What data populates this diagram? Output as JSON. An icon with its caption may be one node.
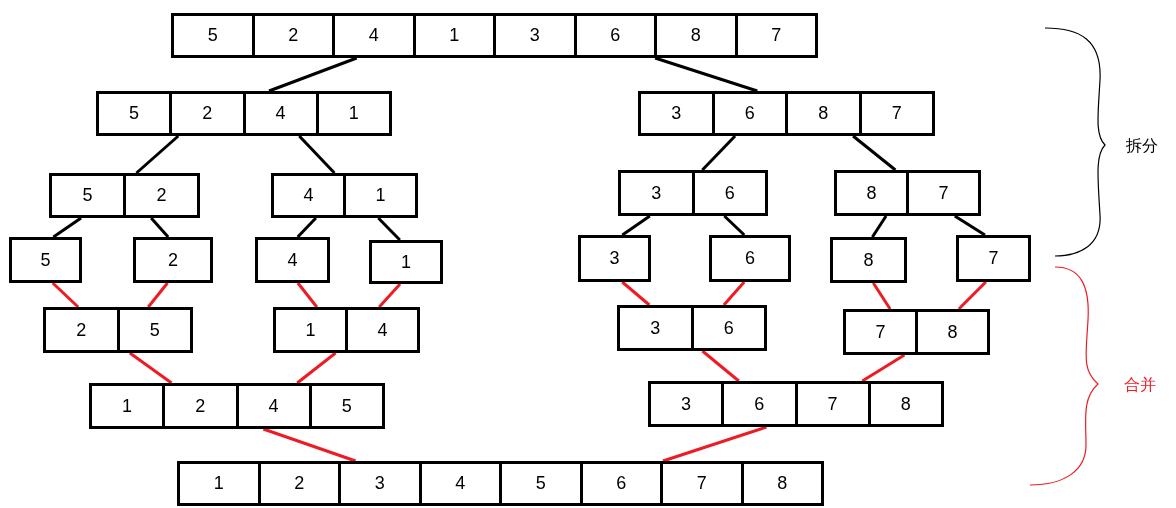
{
  "diagram": {
    "nodes": [
      {
        "text": [
          "5",
          "2",
          "4",
          "1",
          "3",
          "6",
          "8",
          "7"
        ]
      },
      {
        "text": [
          "5",
          "2",
          "4",
          "1"
        ]
      },
      {
        "text": [
          "3",
          "6",
          "8",
          "7"
        ]
      },
      {
        "text": [
          "5",
          "2"
        ]
      },
      {
        "text": [
          "4",
          "1"
        ]
      },
      {
        "text": [
          "3",
          "6"
        ]
      },
      {
        "text": [
          "8",
          "7"
        ]
      },
      {
        "text": [
          "5"
        ]
      },
      {
        "text": [
          "2"
        ]
      },
      {
        "text": [
          "4"
        ]
      },
      {
        "text": [
          "1"
        ]
      },
      {
        "text": [
          "3"
        ]
      },
      {
        "text": [
          "6"
        ]
      },
      {
        "text": [
          "8"
        ]
      },
      {
        "text": [
          "7"
        ]
      },
      {
        "text": [
          "2",
          "5"
        ]
      },
      {
        "text": [
          "1",
          "4"
        ]
      },
      {
        "text": [
          "3",
          "6"
        ]
      },
      {
        "text": [
          "7",
          "8"
        ]
      },
      {
        "text": [
          "1",
          "2",
          "4",
          "5"
        ]
      },
      {
        "text": [
          "3",
          "6",
          "7",
          "8"
        ]
      },
      {
        "text": [
          "1",
          "2",
          "3",
          "4",
          "5",
          "6",
          "7",
          "8"
        ]
      }
    ],
    "edges": [
      {
        "from": 0,
        "to": 1,
        "arrow": "none",
        "color": "#000000"
      },
      {
        "from": 0,
        "to": 2,
        "arrow": "none",
        "color": "#000000"
      },
      {
        "from": 1,
        "to": 3,
        "arrow": "none",
        "color": "#000000"
      },
      {
        "from": 1,
        "to": 4,
        "arrow": "none",
        "color": "#000000"
      },
      {
        "from": 2,
        "to": 5,
        "arrow": "none",
        "color": "#000000"
      },
      {
        "from": 2,
        "to": 6,
        "arrow": "none",
        "color": "#000000"
      },
      {
        "from": 3,
        "to": 7,
        "arrow": "none",
        "color": "#000000"
      },
      {
        "from": 3,
        "to": 8,
        "arrow": "none",
        "color": "#000000"
      },
      {
        "from": 4,
        "to": 9,
        "arrow": "none",
        "color": "#000000"
      },
      {
        "from": 4,
        "to": 10,
        "arrow": "none",
        "color": "#000000"
      },
      {
        "from": 5,
        "to": 11,
        "arrow": "none",
        "color": "#000000"
      },
      {
        "from": 5,
        "to": 12,
        "arrow": "none",
        "color": "#000000"
      },
      {
        "from": 6,
        "to": 13,
        "arrow": "none",
        "color": "#000000"
      },
      {
        "from": 6,
        "to": 14,
        "arrow": "none",
        "color": "#000000"
      },
      {
        "from": 7,
        "to": 15,
        "arrow": "none",
        "color": "#ed1c24"
      },
      {
        "from": 8,
        "to": 15,
        "arrow": "none",
        "color": "#ed1c24"
      },
      {
        "from": 9,
        "to": 16,
        "arrow": "none",
        "color": "#ed1c24"
      },
      {
        "from": 10,
        "to": 16,
        "arrow": "none",
        "color": "#ed1c24"
      },
      {
        "from": 11,
        "to": 17,
        "arrow": "none",
        "color": "#ed1c24"
      },
      {
        "from": 12,
        "to": 17,
        "arrow": "none",
        "color": "#ed1c24"
      },
      {
        "from": 13,
        "to": 18,
        "arrow": "none",
        "color": "#ed1c24"
      },
      {
        "from": 14,
        "to": 18,
        "arrow": "none",
        "color": "#ed1c24"
      },
      {
        "from": 15,
        "to": 19,
        "arrow": "none",
        "color": "#ed1c24"
      },
      {
        "from": 16,
        "to": 19,
        "arrow": "none",
        "color": "#ed1c24"
      },
      {
        "from": 17,
        "to": 20,
        "arrow": "none",
        "color": "#ed1c24"
      },
      {
        "from": 18,
        "to": 20,
        "arrow": "none",
        "color": "#ed1c24"
      },
      {
        "from": 19,
        "to": 21,
        "arrow": "none",
        "color": "#ed1c24"
      },
      {
        "from": 20,
        "to": 21,
        "arrow": "none",
        "color": "#ed1c24"
      }
    ],
    "labels": [
      "拆分",
      "合并"
    ]
  }
}
